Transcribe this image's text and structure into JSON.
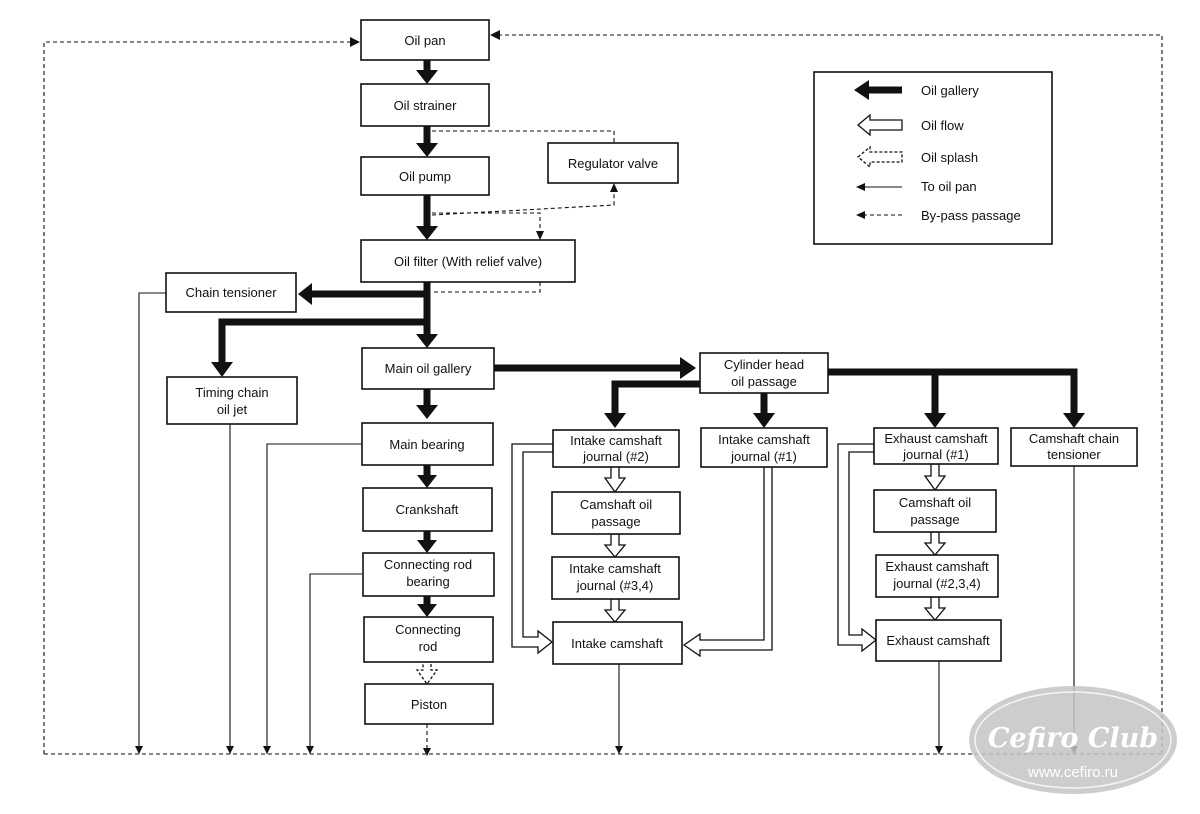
{
  "boxes": {
    "oil_pan": "Oil pan",
    "oil_strainer": "Oil strainer",
    "oil_pump": "Oil pump",
    "regulator_valve": "Regulator valve",
    "oil_filter": "Oil filter  (With relief valve)",
    "chain_tensioner": "Chain tensioner",
    "timing_chain_jet": [
      "Timing chain",
      "oil jet"
    ],
    "main_oil_gallery": "Main oil gallery",
    "cylinder_head_passage": [
      "Cylinder head",
      "oil passage"
    ],
    "main_bearing": "Main bearing",
    "crankshaft": "Crankshaft",
    "connecting_rod_bearing": [
      "Connecting rod",
      "bearing"
    ],
    "connecting_rod": [
      "Connecting",
      "rod"
    ],
    "piston": "Piston",
    "intake_journal_2": [
      "Intake camshaft",
      "journal (#2)"
    ],
    "intake_journal_1": [
      "Intake camshaft",
      "journal (#1)"
    ],
    "intake_cam_passage": [
      "Camshaft oil",
      "passage"
    ],
    "intake_journal_34": [
      "Intake camshaft",
      "journal (#3,4)"
    ],
    "intake_camshaft": "Intake camshaft",
    "exhaust_journal_1": [
      "Exhaust camshaft",
      "journal (#1)"
    ],
    "exhaust_cam_passage": [
      "Camshaft oil",
      "passage"
    ],
    "exhaust_journal_234": [
      "Exhaust camshaft",
      "journal (#2,3,4)"
    ],
    "exhaust_camshaft": "Exhaust camshaft",
    "camshaft_chain_tensioner": [
      "Camshaft chain",
      "tensioner"
    ]
  },
  "legend": {
    "oil_gallery": "Oil gallery",
    "oil_flow": "Oil flow",
    "oil_splash": "Oil splash",
    "to_oil_pan": "To oil pan",
    "bypass_passage": "By-pass passage"
  },
  "watermark": {
    "brand": "Cefiro Club",
    "url": "www.cefiro.ru"
  }
}
